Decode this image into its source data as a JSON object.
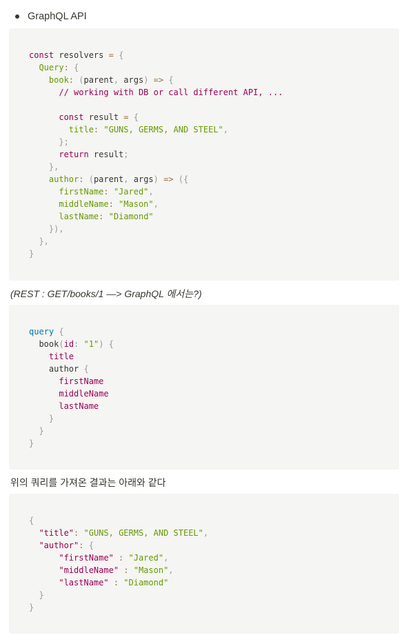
{
  "bullet": {
    "text": "GraphQL API"
  },
  "note1": "(REST : GET/books/1 —> GraphQL 에서는?)",
  "note2": "위의 쿼리를 가져온 결과는 아래와 같다",
  "colors": {
    "block_bg": "#f5f5f3",
    "text": "#37352f",
    "keyword": "#990055",
    "property": "#669900",
    "string": "#669900",
    "punctuation": "#999999",
    "operator": "#9a6e3a",
    "blue_keyword": "#0077aa"
  },
  "code_blocks": [
    {
      "name": "resolvers",
      "lines": [
        [
          [
            "kw",
            "const"
          ],
          [
            "plain",
            " resolvers "
          ],
          [
            "op",
            "="
          ],
          [
            "punc",
            " {"
          ]
        ],
        [
          [
            "prop",
            "  Query"
          ],
          [
            "op",
            ":"
          ],
          [
            "punc",
            " {"
          ]
        ],
        [
          [
            "prop",
            "    book"
          ],
          [
            "op",
            ":"
          ],
          [
            "punc",
            " ("
          ],
          [
            "plain",
            "parent"
          ],
          [
            "punc",
            ", "
          ],
          [
            "plain",
            "args"
          ],
          [
            "punc",
            ") "
          ],
          [
            "op",
            "=>"
          ],
          [
            "punc",
            " {"
          ]
        ],
        [
          [
            "comment",
            "      // working with DB or call different API, ..."
          ]
        ],
        [
          [
            "plain",
            " "
          ]
        ],
        [
          [
            "kw",
            "      const"
          ],
          [
            "plain",
            " result "
          ],
          [
            "op",
            "="
          ],
          [
            "punc",
            " {"
          ]
        ],
        [
          [
            "prop",
            "        title"
          ],
          [
            "op",
            ":"
          ],
          [
            "str",
            " \"GUNS, GERMS, AND STEEL\""
          ],
          [
            "punc",
            ","
          ]
        ],
        [
          [
            "punc",
            "      };"
          ]
        ],
        [
          [
            "kw",
            "      return"
          ],
          [
            "plain",
            " result"
          ],
          [
            "punc",
            ";"
          ]
        ],
        [
          [
            "punc",
            "    },"
          ]
        ],
        [
          [
            "prop",
            "    author"
          ],
          [
            "op",
            ":"
          ],
          [
            "punc",
            " ("
          ],
          [
            "plain",
            "parent"
          ],
          [
            "punc",
            ", "
          ],
          [
            "plain",
            "args"
          ],
          [
            "punc",
            ") "
          ],
          [
            "op",
            "=>"
          ],
          [
            "punc",
            " ({"
          ]
        ],
        [
          [
            "prop",
            "      firstName"
          ],
          [
            "op",
            ":"
          ],
          [
            "str",
            " \"Jared\""
          ],
          [
            "punc",
            ","
          ]
        ],
        [
          [
            "prop",
            "      middleName"
          ],
          [
            "op",
            ":"
          ],
          [
            "str",
            " \"Mason\""
          ],
          [
            "punc",
            ","
          ]
        ],
        [
          [
            "prop",
            "      lastName"
          ],
          [
            "op",
            ":"
          ],
          [
            "str",
            " \"Diamond\""
          ]
        ],
        [
          [
            "punc",
            "    }),"
          ]
        ],
        [
          [
            "punc",
            "  },"
          ]
        ],
        [
          [
            "punc",
            "}"
          ]
        ]
      ]
    },
    {
      "name": "query",
      "lines": [
        [
          [
            "blue",
            "query"
          ],
          [
            "punc",
            " {"
          ]
        ],
        [
          [
            "plain",
            "  book"
          ],
          [
            "punc",
            "("
          ],
          [
            "attr",
            "id"
          ],
          [
            "punc",
            ": "
          ],
          [
            "str",
            "\"1\""
          ],
          [
            "punc",
            ") {"
          ]
        ],
        [
          [
            "attr",
            "    title"
          ]
        ],
        [
          [
            "plain",
            "    author"
          ],
          [
            "punc",
            " {"
          ]
        ],
        [
          [
            "attr",
            "      firstName"
          ]
        ],
        [
          [
            "attr",
            "      middleName"
          ]
        ],
        [
          [
            "attr",
            "      lastName"
          ]
        ],
        [
          [
            "punc",
            "    }"
          ]
        ],
        [
          [
            "punc",
            "  }"
          ]
        ],
        [
          [
            "punc",
            "}"
          ]
        ]
      ]
    },
    {
      "name": "result",
      "lines": [
        [
          [
            "punc",
            "{"
          ]
        ],
        [
          [
            "kw",
            "  \"title\""
          ],
          [
            "op",
            ":"
          ],
          [
            "str",
            " \"GUNS, GERMS, AND STEEL\""
          ],
          [
            "punc",
            ","
          ]
        ],
        [
          [
            "kw",
            "  \"author\""
          ],
          [
            "op",
            ":"
          ],
          [
            "punc",
            " {"
          ]
        ],
        [
          [
            "kw",
            "      \"firstName\""
          ],
          [
            "op",
            " :"
          ],
          [
            "str",
            " \"Jared\""
          ],
          [
            "punc",
            ","
          ]
        ],
        [
          [
            "kw",
            "      \"middleName\""
          ],
          [
            "op",
            " :"
          ],
          [
            "str",
            " \"Mason\""
          ],
          [
            "punc",
            ","
          ]
        ],
        [
          [
            "kw",
            "      \"lastName\""
          ],
          [
            "op",
            " :"
          ],
          [
            "str",
            " \"Diamond\""
          ]
        ],
        [
          [
            "punc",
            "  }"
          ]
        ],
        [
          [
            "punc",
            "}"
          ]
        ]
      ]
    }
  ]
}
